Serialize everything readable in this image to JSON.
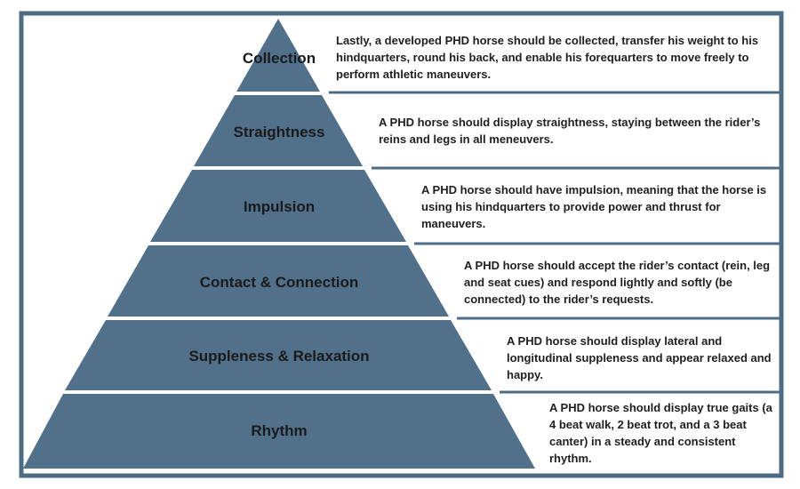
{
  "colors": {
    "frame": "#4e6d84",
    "tier_fill": "#51708a",
    "box_fill": "#ffffff",
    "text": "#1a1a1a"
  },
  "tiers": [
    {
      "name": "Collection",
      "description": "Lastly, a developed PHD horse should be collected, transfer his weight to his hindquarters, round his back, and enable his forequarters to move freely to perform athletic maneuvers."
    },
    {
      "name": "Straightness",
      "description": "A PHD horse should display straightness, staying between the rider’s reins and legs in all meneuvers."
    },
    {
      "name": "Impulsion",
      "description": "A PHD horse should have impulsion, meaning that the horse is using his hindquarters to provide power and thrust for maneuvers."
    },
    {
      "name": "Contact & Connection",
      "description": "A PHD horse should accept the rider’s contact (rein, leg and seat cues) and respond lightly and softly (be connected) to the rider’s requests."
    },
    {
      "name": "Suppleness & Relaxation",
      "description": "A PHD horse should display lateral and longitudinal suppleness and appear relaxed and happy."
    },
    {
      "name": "Rhythm",
      "description": "A PHD horse should display true gaits (a 4 beat walk, 2 beat trot, and a 3 beat canter) in a steady and consistent rhythm."
    }
  ]
}
